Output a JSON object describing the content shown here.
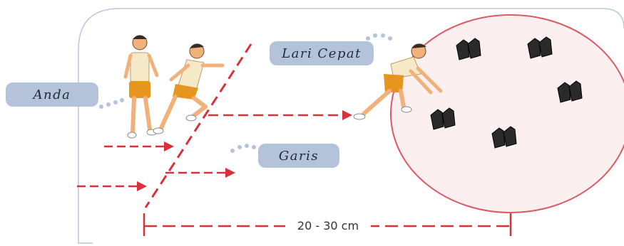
{
  "labels": {
    "anda": "Anda",
    "lari_cepat": "Lari Cepat",
    "garis": "Garis"
  },
  "distance": "20 - 30 cm",
  "colors": {
    "dash_red": "#d9303a",
    "label_bg": "#b4c3da",
    "frame": "#b9c9dc",
    "ellipse_stroke": "#d95a62",
    "ellipse_fill": "#fbefef",
    "skin": "#f0b27a",
    "shorts": "#e6951e"
  },
  "icons": [
    "runner-standing-icon",
    "runner-starting-icon",
    "runner-grabbing-icon",
    "shoe-pair-icon"
  ]
}
